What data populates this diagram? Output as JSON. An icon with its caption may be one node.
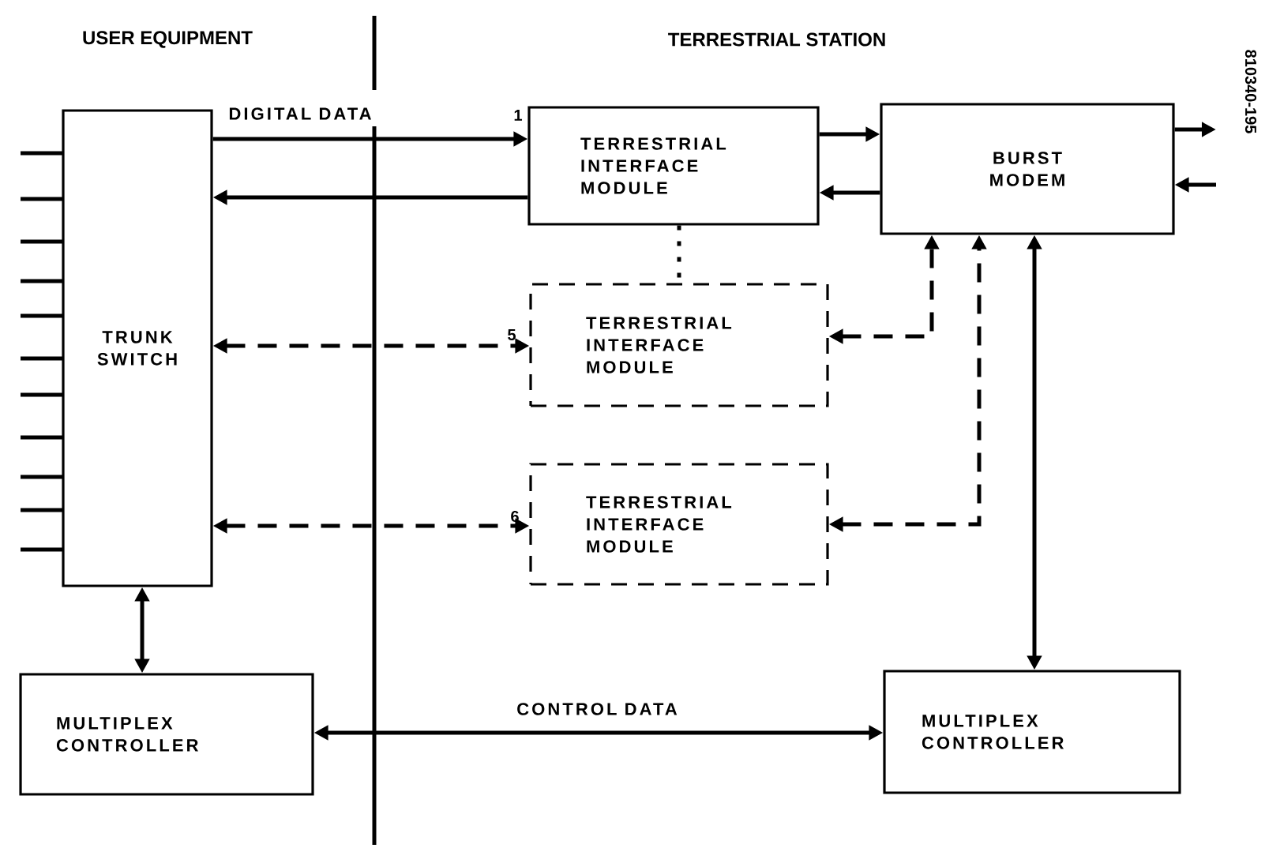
{
  "diagram": {
    "nodes": [
      {
        "text": [
          "TRUNK SWITCH"
        ]
      },
      {
        "text": [
          "TERRESTRIAL INTERFACE MODULE"
        ],
        "beside": [
          "1"
        ]
      },
      {
        "text": [
          "BURST MODEM"
        ]
      },
      {
        "text": [
          "TERRESTRIAL INTERFACE MODULE"
        ],
        "beside": [
          "5"
        ]
      },
      {
        "text": [
          "TERRESTRIAL INTERFACE MODULE"
        ],
        "beside": [
          "6"
        ]
      },
      {
        "text": [
          "MULTIPLEX CONTROLLER"
        ]
      },
      {
        "text": [
          "MULTIPLEX CONTROLLER"
        ]
      }
    ],
    "edges": [
      {
        "from": 0,
        "to": 1,
        "arrow": "to",
        "label": "DIGITAL DATA"
      },
      {
        "from": 1,
        "to": 0,
        "arrow": "to"
      },
      {
        "from": 1,
        "to": 2,
        "arrow": "to"
      },
      {
        "from": 2,
        "to": 1,
        "arrow": "to"
      },
      {
        "from": 2,
        "to": null,
        "arrow": "to"
      },
      {
        "from": null,
        "to": 2,
        "arrow": "to"
      },
      {
        "from": 1,
        "to": 3,
        "arrow": "none",
        "style": "dashed"
      },
      {
        "from": 0,
        "to": 3,
        "arrow": "both",
        "style": "dashed"
      },
      {
        "from": 3,
        "to": 2,
        "arrow": "both",
        "style": "dashed"
      },
      {
        "from": 0,
        "to": 4,
        "arrow": "both",
        "style": "dashed"
      },
      {
        "from": 4,
        "to": 2,
        "arrow": "both",
        "style": "dashed"
      },
      {
        "from": 0,
        "to": 5,
        "arrow": "both"
      },
      {
        "from": 2,
        "to": 6,
        "arrow": "both"
      },
      {
        "from": 5,
        "to": 6,
        "arrow": "both",
        "label": "CONTROL DATA"
      }
    ],
    "labels": [
      "USER EQUIPMENT",
      "TERRESTRIAL STATION",
      "810340-195"
    ]
  }
}
